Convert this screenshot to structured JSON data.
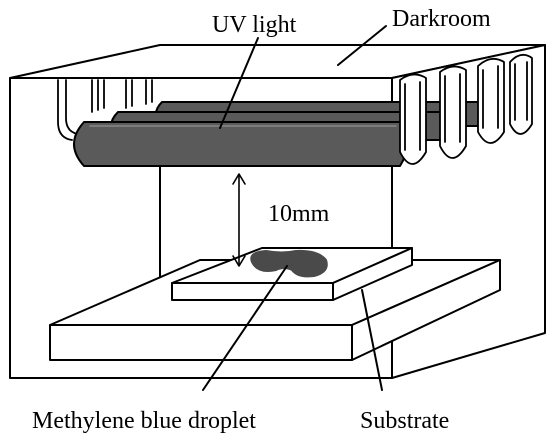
{
  "labels": {
    "uv_light": "UV light",
    "darkroom": "Darkroom",
    "distance": "10mm",
    "droplet": "Methylene blue droplet",
    "substrate": "Substrate"
  },
  "colors": {
    "stroke": "#000000",
    "lamp": "#5a5a5a",
    "droplet": "#4a4a4a",
    "background": "#ffffff"
  }
}
